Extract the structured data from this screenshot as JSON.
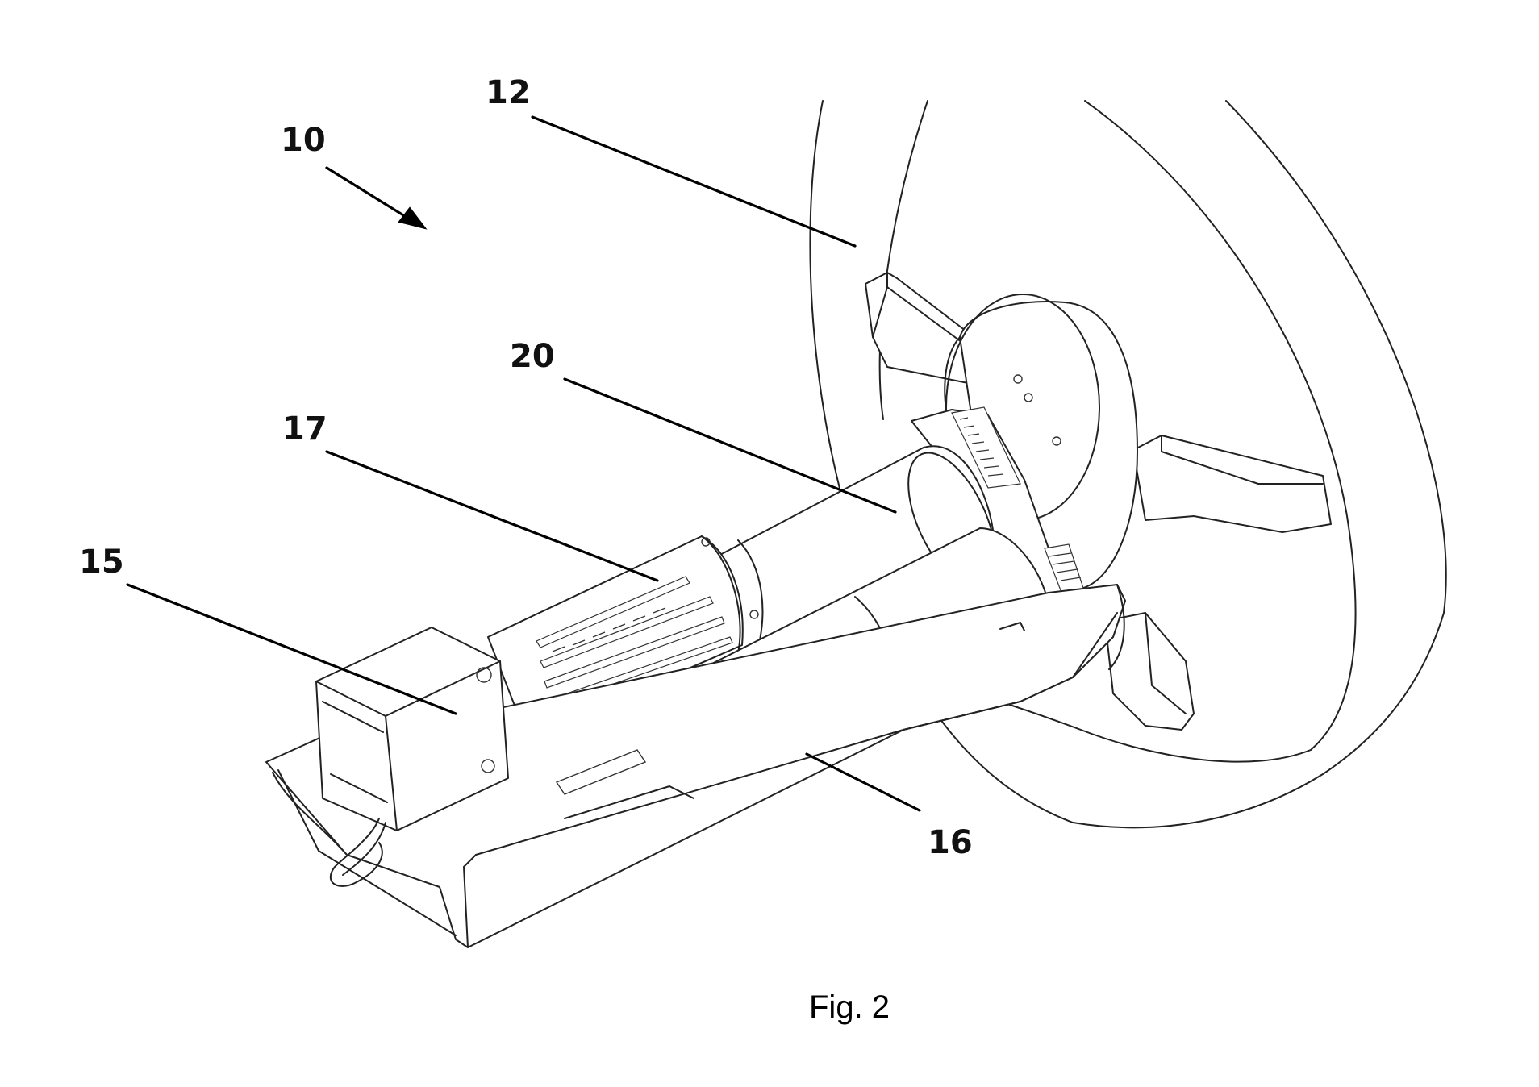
{
  "figure": {
    "caption": "Fig. 2",
    "labels": {
      "system": "10",
      "steering_wheel": "12",
      "motor": "15",
      "housing": "16",
      "coupling": "17",
      "shaft": "20"
    }
  }
}
